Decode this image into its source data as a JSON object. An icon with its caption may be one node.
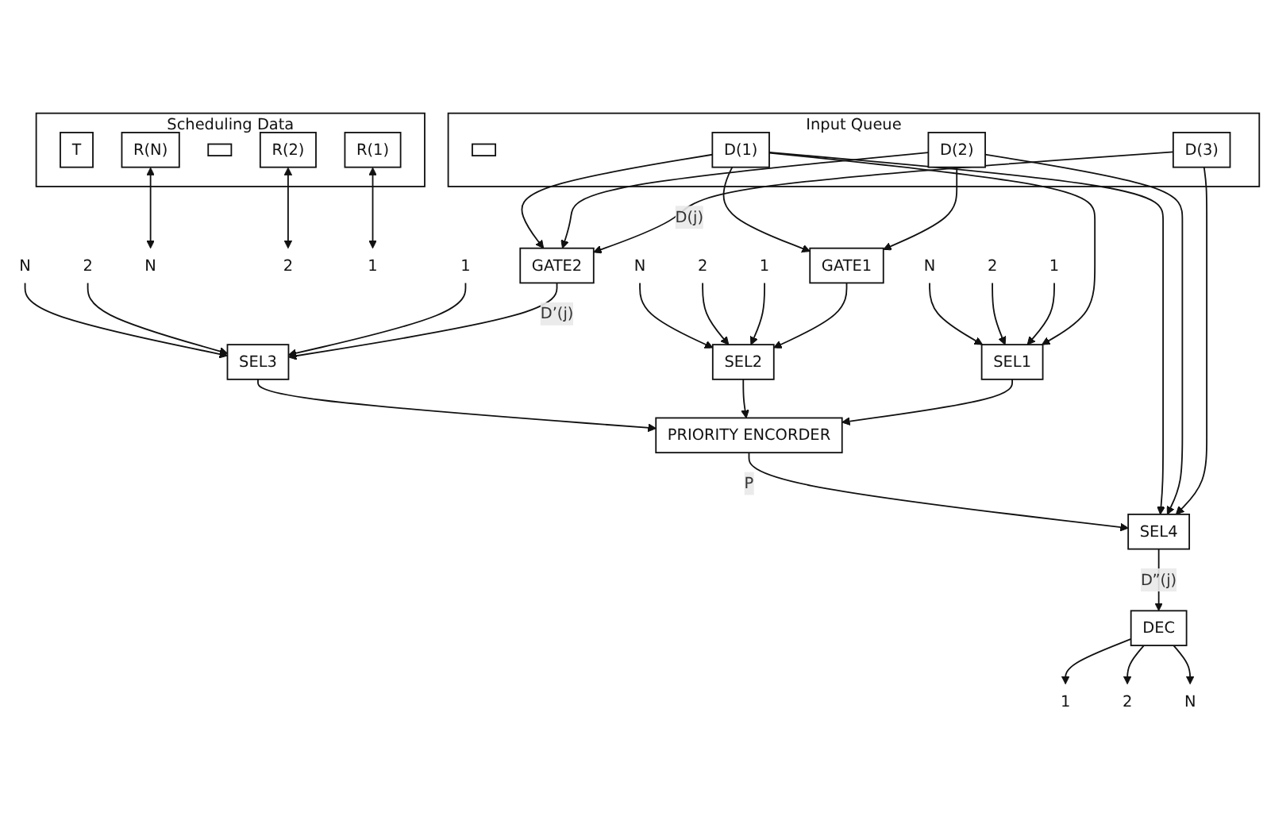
{
  "diagram": {
    "nodes": [
      {
        "text": [
          "Input Queue"
        ]
      },
      {
        "text": [],
        "shape": "box",
        "in": 0
      },
      {
        "text": [
          "D(3)"
        ],
        "in": 0
      },
      {
        "text": [
          "D(2)"
        ],
        "in": 0
      },
      {
        "text": [
          "D(1)"
        ],
        "in": 0
      },
      {
        "text": [
          "GATE2"
        ]
      },
      {
        "text": [
          "GATE1"
        ]
      },
      {
        "text": [
          "SEL3"
        ]
      },
      {
        "text": [
          "SEL2"
        ]
      },
      {
        "text": [
          "SEL1"
        ]
      },
      {
        "text": [
          "PRIORITY ENCORDER"
        ]
      },
      {
        "text": [
          "SEL4"
        ]
      },
      {
        "text": [
          "DEC"
        ]
      },
      {
        "text": [
          "Scheduling Data"
        ]
      },
      {
        "text": [
          "T"
        ],
        "in": 13
      },
      {
        "text": [
          "R(N)"
        ],
        "in": 13
      },
      {
        "text": [],
        "shape": "box",
        "in": 13
      },
      {
        "text": [
          "R(2)"
        ],
        "in": 13
      },
      {
        "text": [
          "R(1)"
        ],
        "in": 13
      },
      {
        "text": [
          "N"
        ]
      },
      {
        "text": [
          "2"
        ]
      },
      {
        "text": [
          "1"
        ]
      },
      {
        "text": [
          "1"
        ]
      },
      {
        "text": [
          "2"
        ]
      },
      {
        "text": [
          "N"
        ]
      },
      {
        "text": [
          "1"
        ]
      },
      {
        "text": [
          "2"
        ]
      },
      {
        "text": [
          "N"
        ]
      },
      {
        "text": [
          "1"
        ]
      },
      {
        "text": [
          "2"
        ]
      },
      {
        "text": [
          "N"
        ]
      },
      {
        "text": [
          "1"
        ]
      },
      {
        "text": [
          "2"
        ]
      },
      {
        "text": [
          "N"
        ]
      }
    ],
    "edges": [
      {
        "from": 2,
        "to": 5,
        "arrow": "to",
        "label": "D(j)"
      },
      {
        "from": 2,
        "to": 11,
        "arrow": "to"
      },
      {
        "from": 3,
        "to": 6,
        "arrow": "to"
      },
      {
        "from": 3,
        "to": 5,
        "arrow": "to"
      },
      {
        "from": 3,
        "to": 11,
        "arrow": "to"
      },
      {
        "from": 4,
        "to": 9,
        "arrow": "to"
      },
      {
        "from": 4,
        "to": 5,
        "arrow": "to"
      },
      {
        "from": 4,
        "to": 6,
        "arrow": "to"
      },
      {
        "from": 4,
        "to": 11,
        "arrow": "to"
      },
      {
        "from": 5,
        "to": 7,
        "arrow": "to",
        "label": "D’(j)"
      },
      {
        "from": 6,
        "to": 8,
        "arrow": "to"
      },
      {
        "from": 22,
        "to": 7,
        "arrow": "to"
      },
      {
        "from": 23,
        "to": 7,
        "arrow": "to"
      },
      {
        "from": 24,
        "to": 7,
        "arrow": "to"
      },
      {
        "from": 25,
        "to": 8,
        "arrow": "to"
      },
      {
        "from": 26,
        "to": 8,
        "arrow": "to"
      },
      {
        "from": 27,
        "to": 8,
        "arrow": "to"
      },
      {
        "from": 28,
        "to": 9,
        "arrow": "to"
      },
      {
        "from": 29,
        "to": 9,
        "arrow": "to"
      },
      {
        "from": 30,
        "to": 9,
        "arrow": "to"
      },
      {
        "from": 9,
        "to": 10,
        "arrow": "to"
      },
      {
        "from": 8,
        "to": 10,
        "arrow": "to"
      },
      {
        "from": 7,
        "to": 10,
        "arrow": "to"
      },
      {
        "from": 10,
        "to": 11,
        "arrow": "to",
        "label": "P"
      },
      {
        "from": 11,
        "to": 12,
        "arrow": "to",
        "label": "D”(j)"
      },
      {
        "from": 12,
        "to": 31,
        "arrow": "to"
      },
      {
        "from": 12,
        "to": 32,
        "arrow": "to"
      },
      {
        "from": 12,
        "to": 33,
        "arrow": "to"
      },
      {
        "from": 19,
        "to": 15,
        "arrow": "both"
      },
      {
        "from": 20,
        "to": 17,
        "arrow": "both"
      },
      {
        "from": 21,
        "to": 18,
        "arrow": "both"
      }
    ]
  }
}
